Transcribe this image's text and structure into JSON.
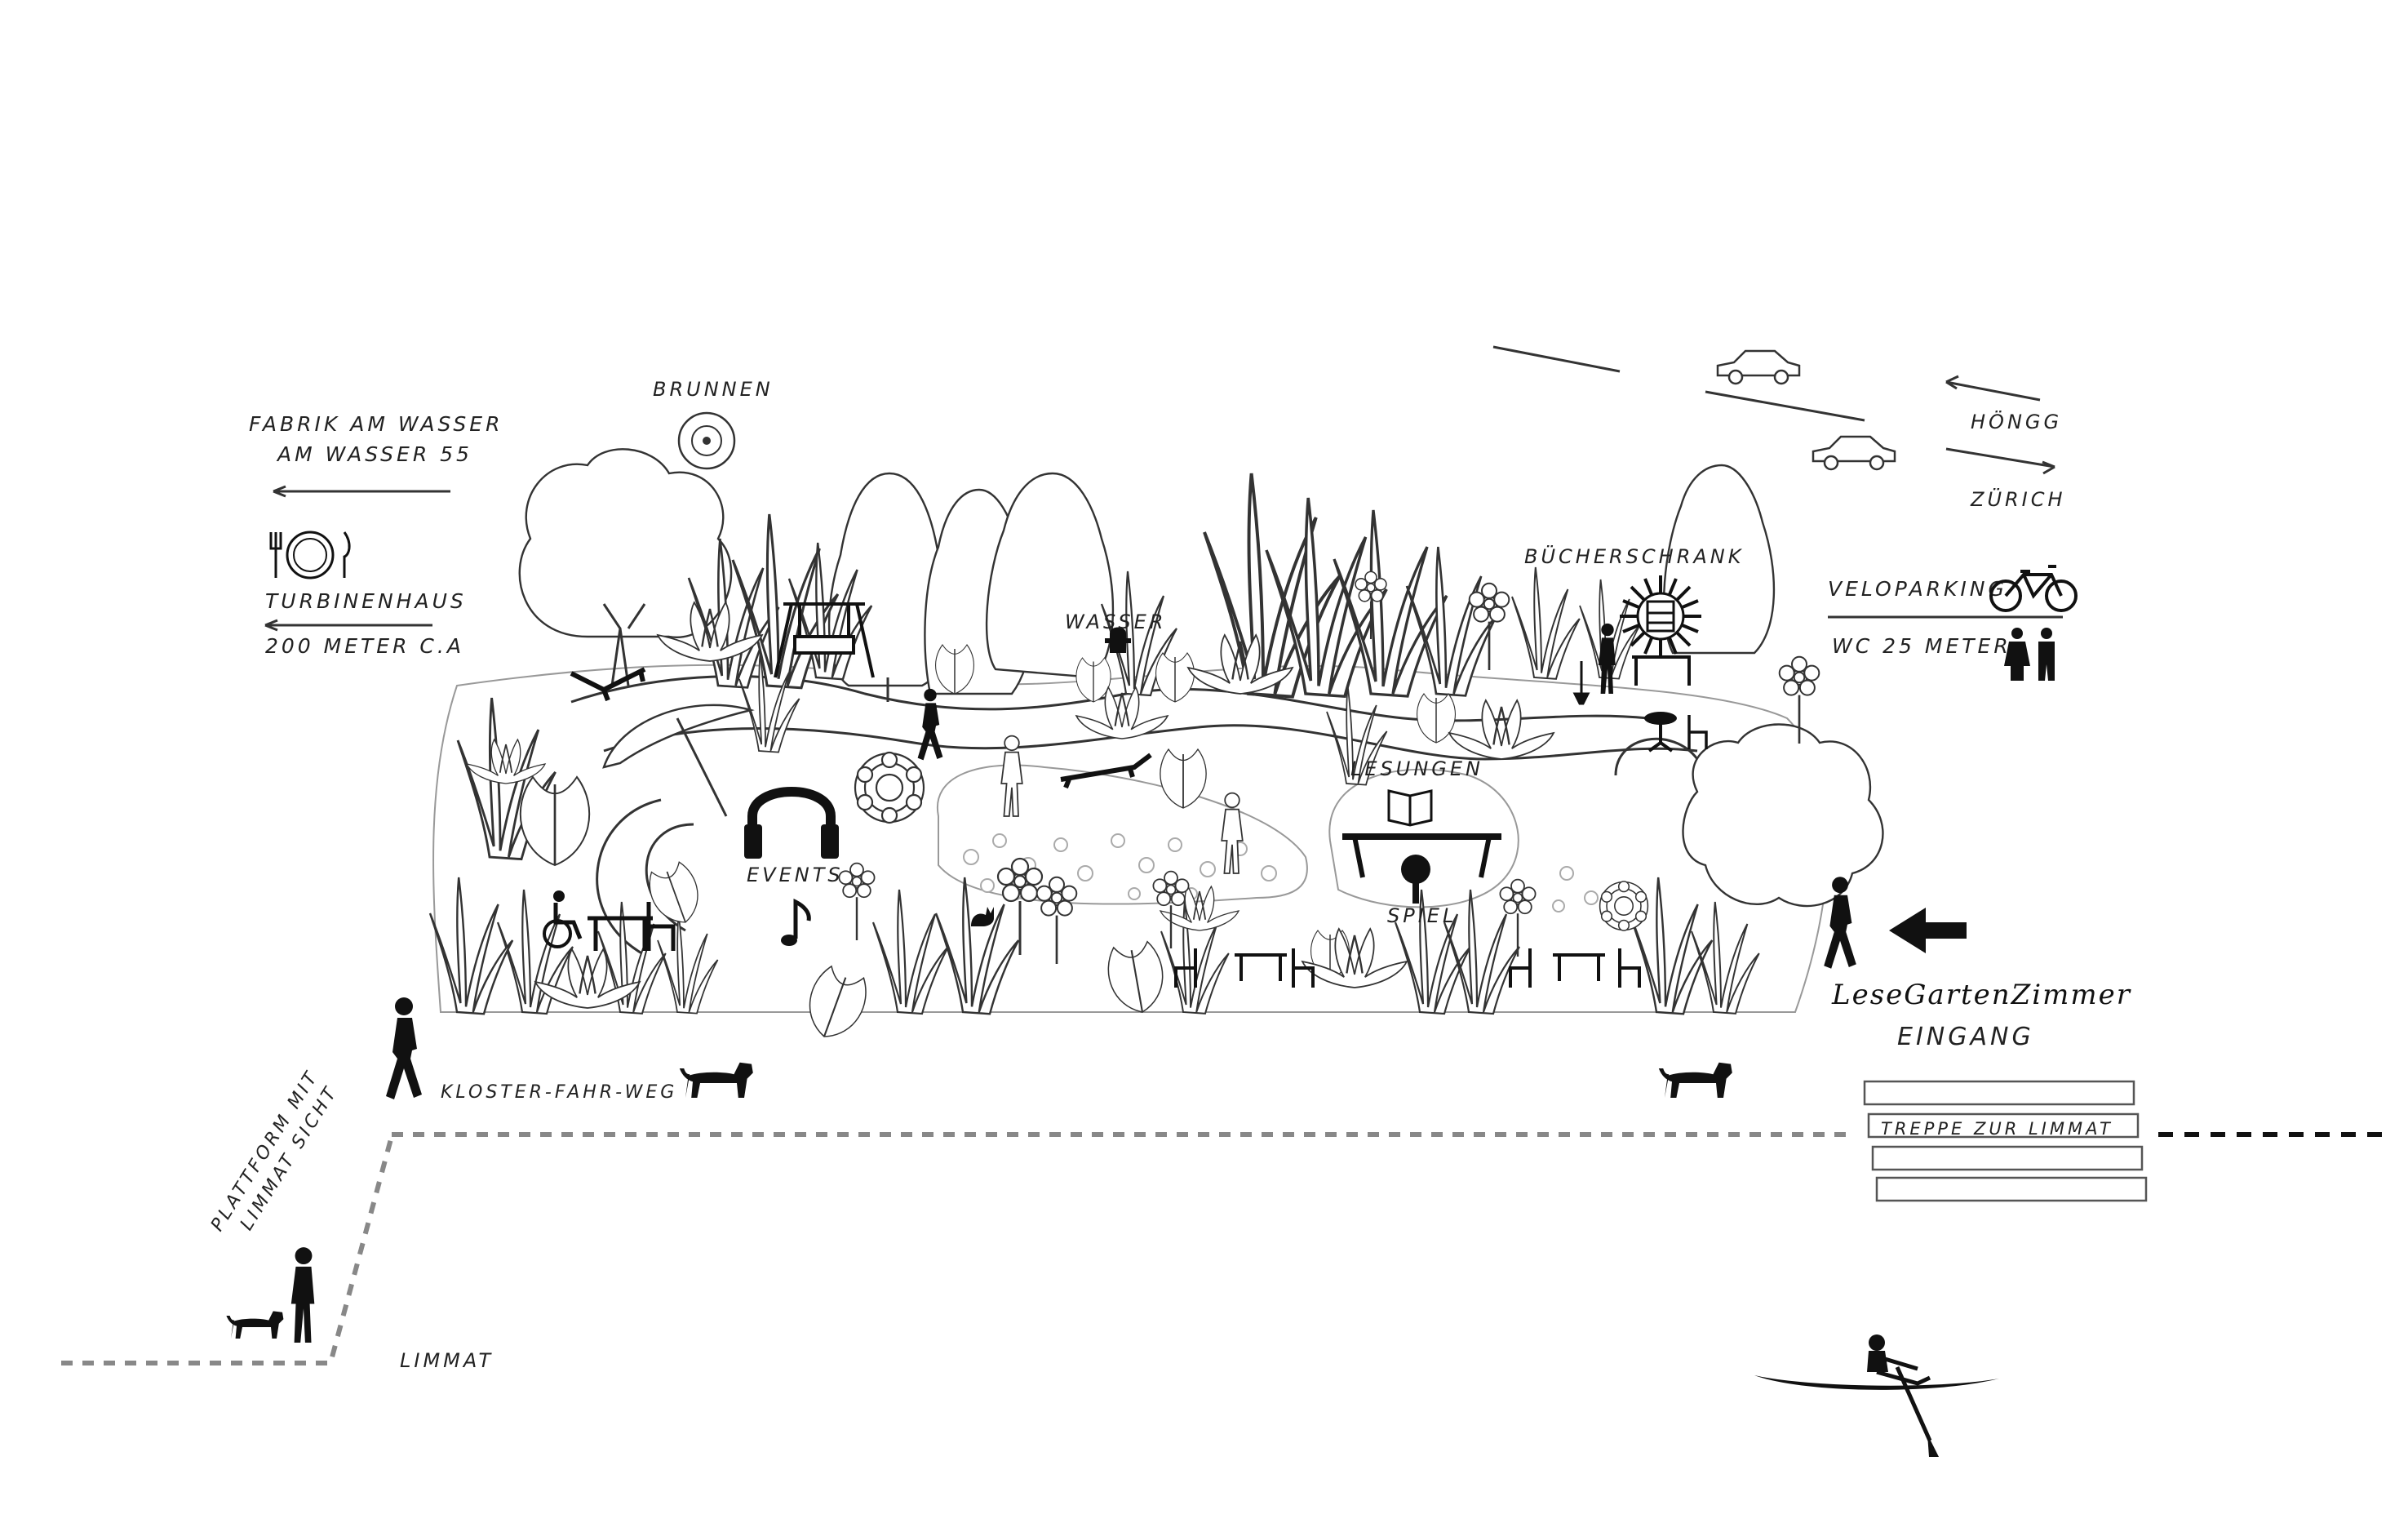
{
  "labels": {
    "fabrik": "FABRIK AM WASSER",
    "fabrik_addr": "AM WASSER 55",
    "turbinenhaus": "TURBINENHAUS",
    "turbinen_dist": "200 METER C.A",
    "brunnen": "BRUNNEN",
    "wasser": "WASSER",
    "buecherschrank": "BÜCHERSCHRANK",
    "hoengg": "HÖNGG",
    "zuerich": "ZÜRICH",
    "veloparking": "VELOPARKING",
    "wc": "WC 25 METER",
    "lesungen": "LESUNGEN",
    "events": "EVENTS",
    "spiel": "SPIEL",
    "lesegarten": "LeseGartenZimmer",
    "eingang": "EINGANG",
    "kloster": "KLOSTER-FAHR-WEG",
    "treppe": "TREPPE ZUR LIMMAT",
    "plattform_1": "PLATTFORM MIT",
    "plattform_2": "LIMMAT SICHT",
    "limmat": "LIMMAT"
  },
  "icons": [
    "plate-cutlery-icon",
    "fountain-icon",
    "car-icon",
    "bicycle-icon",
    "toilet-icon",
    "headphones-icon",
    "music-note-icon",
    "book-icon",
    "ping-pong-icon",
    "wheelchair-icon",
    "fire-hydrant-icon",
    "sun-bookshelf-icon",
    "arrow-left-icon",
    "dog-icon",
    "rower-icon",
    "person-icon"
  ],
  "colors": {
    "line": "#333333",
    "silhouette": "#111111",
    "path_dash": "#888888"
  }
}
